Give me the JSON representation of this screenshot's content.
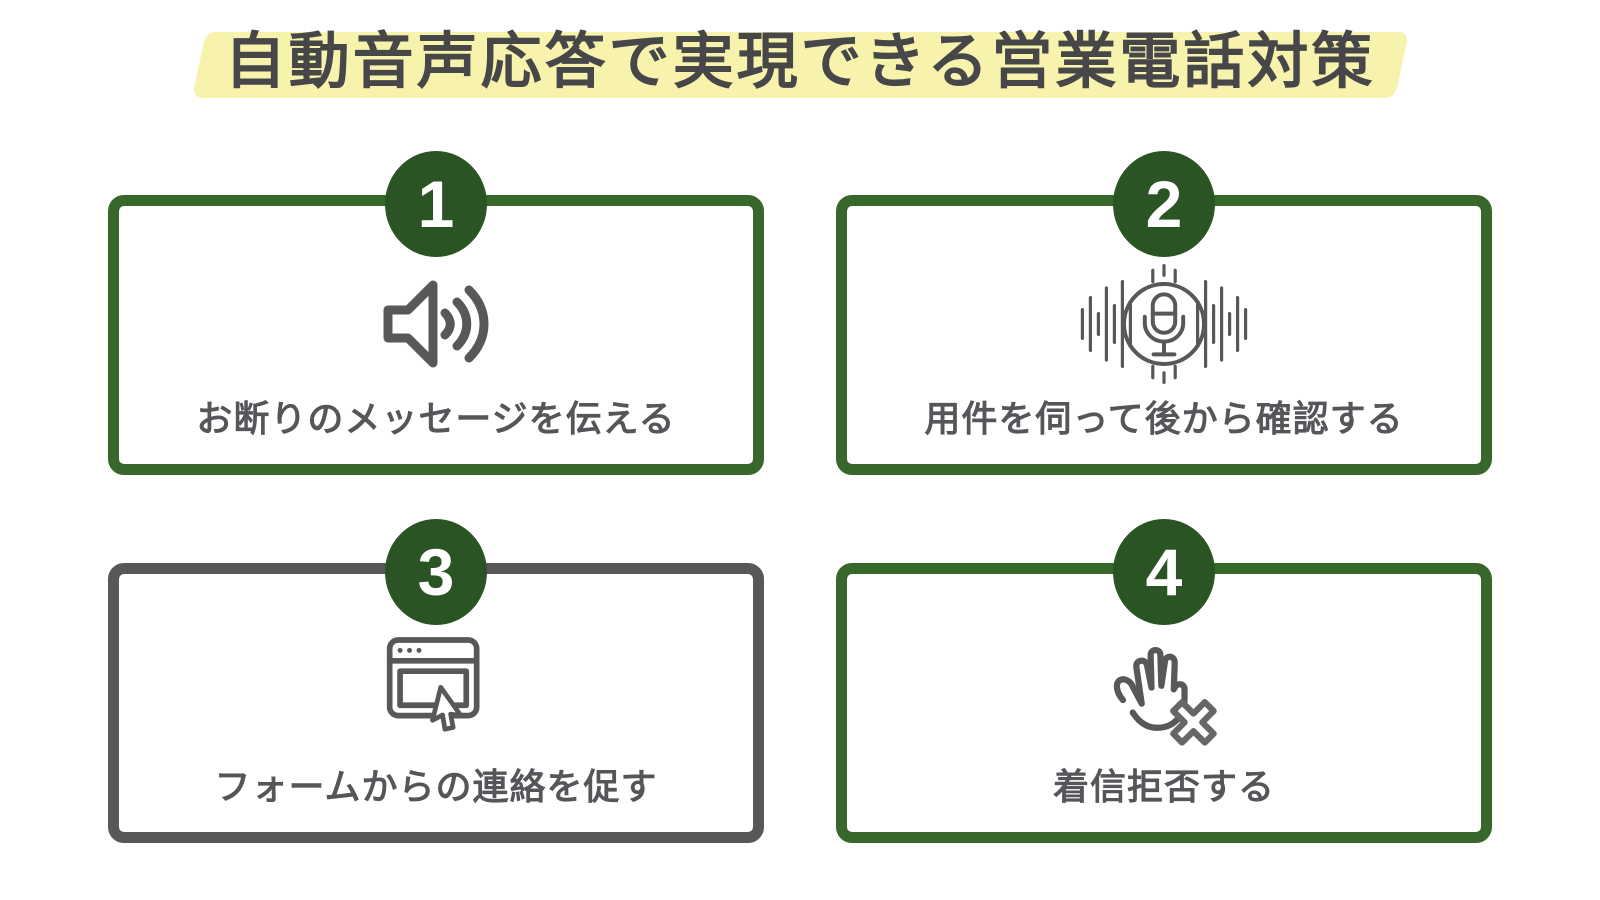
{
  "title": "自動音声応答で実現できる営業電話対策",
  "colors": {
    "badge_green": "#2b5424",
    "card_border_green": "#38672c",
    "card_border_gray": "#58585a",
    "highlight_yellow": "#f7f3ac",
    "title_text": "#47474a",
    "label_text": "#55555a",
    "icon_gray": "#58585a"
  },
  "cards": [
    {
      "number": "1",
      "label": "お断りのメッセージを伝える",
      "icon": "speaker-icon",
      "border": "green"
    },
    {
      "number": "2",
      "label": "用件を伺って後から確認する",
      "icon": "voice-recognition-icon",
      "border": "green"
    },
    {
      "number": "3",
      "label": "フォームからの連絡を促す",
      "icon": "browser-form-cursor-icon",
      "border": "gray"
    },
    {
      "number": "4",
      "label": "着信拒否する",
      "icon": "call-reject-hand-icon",
      "border": "green"
    }
  ]
}
